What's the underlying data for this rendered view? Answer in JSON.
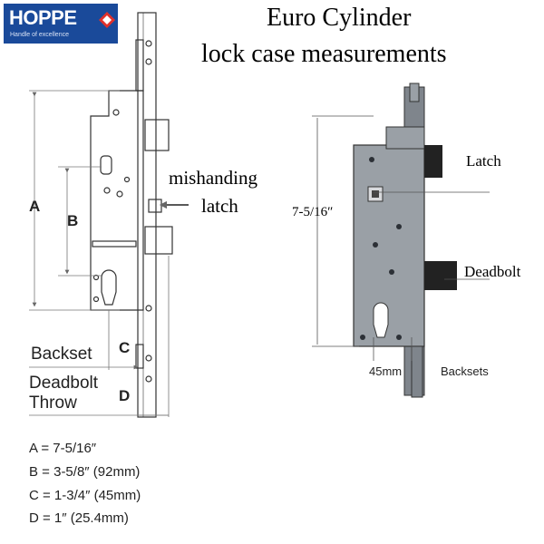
{
  "brand": {
    "name": "HOPPE",
    "tagline": "Handle of excellence",
    "color": "#1a4a9a"
  },
  "title": {
    "line1": "Euro Cylinder",
    "line2": "lock case measurements"
  },
  "left_diagram": {
    "dim_a": "A",
    "dim_b": "B",
    "dim_c": "C",
    "dim_d": "D",
    "backset": "Backset",
    "deadbolt_throw_line1": "Deadbolt",
    "deadbolt_throw_line2": "Throw",
    "mishanding_line1": "mishanding",
    "mishanding_line2": "latch"
  },
  "legend": [
    "A = 7-5/16″",
    "B = 3-5/8″ (92mm)",
    "C = 1-3/4″ (45mm)",
    "D = 1″ (25.4mm)"
  ],
  "right_diagram": {
    "latch": "Latch",
    "deadbolt": "Deadbolt",
    "height": "7-5/16″",
    "backset_mm": "45mm",
    "backsets": "Backsets"
  }
}
